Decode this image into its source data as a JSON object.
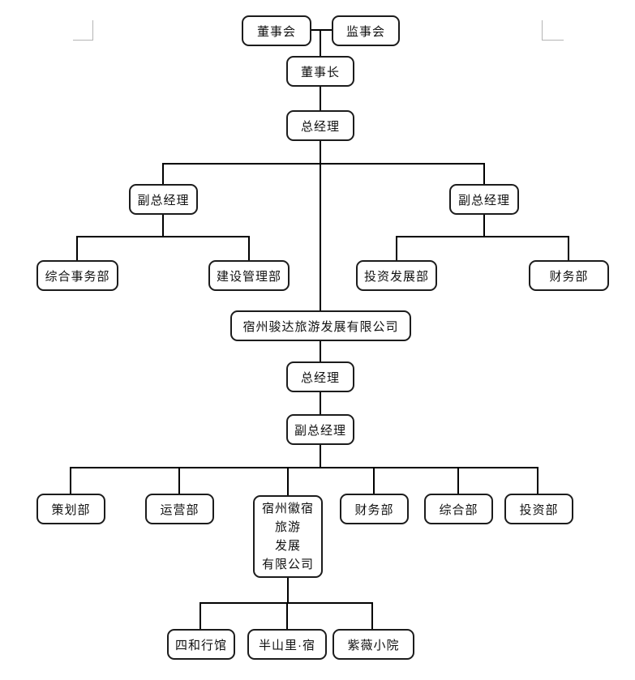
{
  "page": {
    "type": "org-chart",
    "background": "#ffffff",
    "colors": {
      "connector": "#000000",
      "node_border": "#1c1c1c",
      "node_fill": "#ffffff",
      "text": "#111111",
      "margin_mark": "#b5b5b5"
    }
  },
  "nodes": {
    "board": {
      "label": "董事会"
    },
    "supervisory": {
      "label": "监事会"
    },
    "chairman": {
      "label": "董事长"
    },
    "gm_top": {
      "label": "总经理"
    },
    "dgm_left": {
      "label": "副总经理"
    },
    "dgm_right": {
      "label": "副总经理"
    },
    "general_affairs": {
      "label": "综合事务部"
    },
    "construction_mgmt": {
      "label": "建设管理部"
    },
    "investment_dev": {
      "label": "投资发展部"
    },
    "finance_right": {
      "label": "财务部"
    },
    "junda_company": {
      "label": "宿州骏达旅游发展有限公司"
    },
    "gm_mid": {
      "label": "总经理"
    },
    "dgm_mid": {
      "label": "副总经理"
    },
    "planning": {
      "label": "策划部"
    },
    "operations": {
      "label": "运营部"
    },
    "huisu_company": {
      "line1": "宿州徽宿",
      "line2": "旅游",
      "line3": "发展",
      "line4": "有限公司"
    },
    "finance_bottom": {
      "label": "财务部"
    },
    "general_bottom": {
      "label": "综合部"
    },
    "investment_bottom": {
      "label": "投资部"
    },
    "sihe_hall": {
      "label": "四和行馆"
    },
    "banshanli_su": {
      "label": "半山里·宿"
    },
    "ziwei_courtyard": {
      "label": "紫薇小院"
    }
  }
}
